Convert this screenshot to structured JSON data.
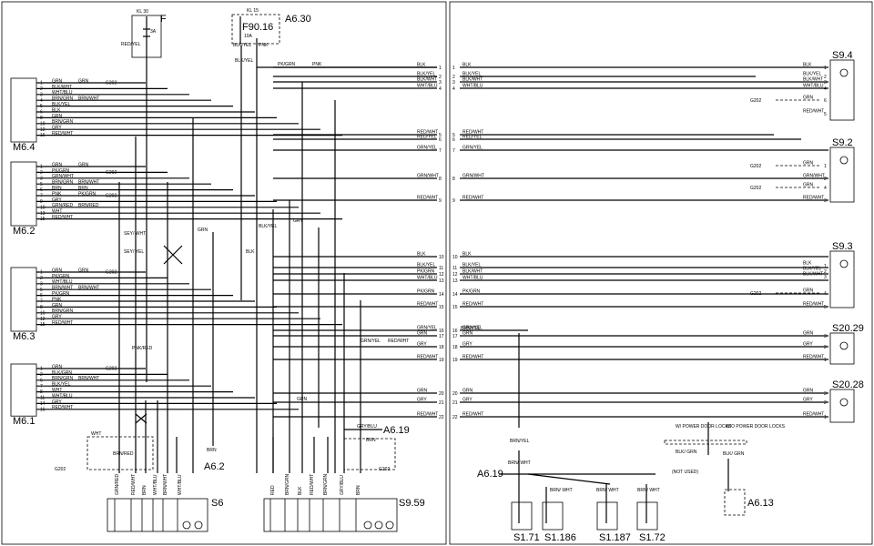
{
  "left": {
    "top": {
      "kl30_label": "KL 30",
      "kl15_label": "KL 15",
      "f_label": "F",
      "f_rating": "3A",
      "f_wire": "RED/YEL",
      "a630": "A6.30",
      "f90": "F90.16",
      "f90_rating": "10A",
      "f90_wire1": "BLK/YEL",
      "f90_wire2": "PNK",
      "blkyel": "BLK/YEL",
      "pkgrn": "PK/GRN",
      "pnk": "PNK"
    },
    "modules": [
      {
        "name": "M6.4",
        "rows": [
          {
            "n": "1",
            "w": "GRN",
            "x": "GRN",
            "g": "G202"
          },
          {
            "n": "2",
            "w": "BLK/WHT"
          },
          {
            "n": "3",
            "w": "WHT/BLU"
          },
          {
            "n": "4",
            "w": "BRN/GRN",
            "x": "BRN/WHT"
          },
          {
            "n": "5",
            "w": "BLK/YEL"
          },
          {
            "n": "6",
            "w": "BLK"
          },
          {
            "n": "8",
            "w": "GRN"
          },
          {
            "n": "10",
            "w": "BRN/GRN"
          },
          {
            "n": "12",
            "w": "GRY"
          },
          {
            "n": "16",
            "w": "RED/WHT"
          }
        ]
      },
      {
        "name": "M6.2",
        "rows": [
          {
            "n": "1",
            "w": "GRN",
            "x": "GRN"
          },
          {
            "n": "2",
            "w": "PK/GRN",
            "g": "G202"
          },
          {
            "n": "3",
            "w": "GRN/WHT"
          },
          {
            "n": "5",
            "w": "BRN/GRN",
            "x": "BRN/WHT"
          },
          {
            "n": "6",
            "w": "BRN",
            "x": "BRN"
          },
          {
            "n": "7",
            "w": "PNK",
            "x": "PK/GRN",
            "g": "G202"
          },
          {
            "n": "9",
            "w": "GRY"
          },
          {
            "n": "10",
            "w": "GRN/RED",
            "x": "BRN/RED"
          },
          {
            "n": "13",
            "w": "WHT"
          },
          {
            "n": "15",
            "w": "RED/WHT"
          }
        ]
      },
      {
        "name": "M6.3",
        "rows": [
          {
            "n": "1",
            "w": "GRN",
            "x": "GRN",
            "g": "G202"
          },
          {
            "n": "2",
            "w": "PK/GRN"
          },
          {
            "n": "3",
            "w": "WHT/BLU"
          },
          {
            "n": "5",
            "w": "BRN/WHT",
            "x": "BRN/WHT"
          },
          {
            "n": "6",
            "w": "PK/GRN"
          },
          {
            "n": "7",
            "w": "PNK"
          },
          {
            "n": "8",
            "w": "GRN"
          },
          {
            "n": "10",
            "w": "BRN/GRN"
          },
          {
            "n": "12",
            "w": "GRY"
          },
          {
            "n": "15",
            "w": "RED/WHT"
          }
        ]
      },
      {
        "name": "M6.1",
        "rows": [
          {
            "n": "1",
            "w": "GRN",
            "g": "G202"
          },
          {
            "n": "2",
            "w": "BLK/GRN"
          },
          {
            "n": "6",
            "w": "BRN/GRN",
            "x": "BRN/WHT"
          },
          {
            "n": "7",
            "w": "BLK/YEL"
          },
          {
            "n": "8",
            "w": "WHT"
          },
          {
            "n": "11",
            "w": "WHT/BLU"
          },
          {
            "n": "14",
            "w": "GRY"
          },
          {
            "n": "16",
            "w": "RED/WHT"
          }
        ]
      }
    ],
    "junction": [
      {
        "n": "1",
        "w": "BLK"
      },
      {
        "n": "2",
        "w": "BLK/YEL"
      },
      {
        "n": "3",
        "w": "BLK/WHT"
      },
      {
        "n": "4",
        "w": "WHT/BLU"
      },
      {
        "n": "5",
        "w": "RED/WHT"
      },
      {
        "n": "6",
        "w": "RED/YEL"
      },
      {
        "n": "7",
        "w": "GRN/YEL"
      },
      {
        "n": "8",
        "w": "GRN/WHT"
      },
      {
        "n": "9",
        "w": "RED/WHT"
      },
      {
        "n": "10",
        "w": "BLK"
      },
      {
        "n": "11",
        "w": "BLK/YEL"
      },
      {
        "n": "12",
        "w": "PK/GRN"
      },
      {
        "n": "13",
        "w": "WHT/BLU"
      },
      {
        "n": "14",
        "w": "PK/GRN"
      },
      {
        "n": "15",
        "w": "RED/WHT"
      },
      {
        "n": "16",
        "w": "GRN/YEL"
      },
      {
        "n": "17",
        "w": "GRN"
      },
      {
        "n": "18",
        "w": "GRY"
      },
      {
        "n": "19",
        "w": "RED/WHT"
      },
      {
        "n": "20",
        "w": "GRN"
      },
      {
        "n": "21",
        "w": "GRY"
      },
      {
        "n": "22",
        "w": "RED/WHT"
      }
    ],
    "mid_labels": {
      "seywht": "SEY/ WHT",
      "seyyel": "SEY/ YEL",
      "grn_a": "GRN",
      "grn_b": "GRY",
      "blk_yel": "BLK/YEL",
      "blk": "BLK",
      "pnk_red": "PNK/RED",
      "grn_ylw": "GRN/YEL",
      "red_wht": "RED/WHT",
      "brn_vl": "BRN",
      "brn": "BRN",
      "grn2": "GRN",
      "wht": "WHT",
      "g202": "G202",
      "brn_red": "BRN/RED",
      "a62": "A6.2",
      "a619": "A6.19",
      "gry_blu": "GRY/BLU",
      "s6": "S6",
      "s959": "S9.59"
    },
    "s6_wires": [
      "GRN/RED",
      "RED/WHT",
      "BRN",
      "WHT/BLU",
      "BRN/WHT",
      "WHT/BLU"
    ],
    "s959_wires": [
      "RED",
      "BRN/GRN",
      "BLK",
      "RED/WHT",
      "BRN/GRN",
      "GRY/BLU",
      "BRN"
    ]
  },
  "right": {
    "left_wires": [
      {
        "n": "1",
        "w": "BLK"
      },
      {
        "n": "2",
        "w": "BLK/YEL"
      },
      {
        "n": "3",
        "w": "BLK/WHT"
      },
      {
        "n": "4",
        "w": "WHT/BLU"
      },
      {
        "n": "5",
        "w": "RED/WHT"
      },
      {
        "n": "6",
        "w": "RED/YEL"
      },
      {
        "n": "7",
        "w": "GRN/YEL"
      },
      {
        "n": "8",
        "w": "GRN/WHT"
      },
      {
        "n": "9",
        "w": "RED/WHT"
      },
      {
        "n": "10",
        "w": "BLK"
      },
      {
        "n": "11",
        "w": "BLK/YEL"
      },
      {
        "n": "12",
        "w": "BLK/WHT"
      },
      {
        "n": "13",
        "w": "WHT/BLU"
      },
      {
        "n": "14",
        "w": "PK/GRN"
      },
      {
        "n": "15",
        "w": "RED/WHT"
      },
      {
        "n": "16",
        "w": "GRN/YEL"
      },
      {
        "n": "17",
        "w": "GRN"
      },
      {
        "n": "18",
        "w": "GRY"
      },
      {
        "n": "19",
        "w": "RED/WHT"
      },
      {
        "n": "20",
        "w": "GRN"
      },
      {
        "n": "21",
        "w": "GRY"
      },
      {
        "n": "22",
        "w": "RED/WHT"
      }
    ],
    "switches": [
      {
        "name": "S9.4",
        "pins": [
          {
            "w": "BLK",
            "n": "1"
          },
          {
            "w": "BLK/YEL",
            "n": "2"
          },
          {
            "w": "BLK/WHT",
            "n": "3"
          },
          {
            "w": "WHT/BLU",
            "n": "4"
          },
          {
            "w": "GRN",
            "n": "6"
          },
          {
            "w": "RED/WHT",
            "n": "5"
          }
        ]
      },
      {
        "name": "S9.2",
        "pins": [
          {
            "w": "GRN",
            "n": "1"
          },
          {
            "w": "GRN/WHT",
            "n": "2"
          },
          {
            "w": "GRN",
            "n": "4"
          },
          {
            "w": "RED/WHT",
            "n": "3"
          }
        ]
      },
      {
        "name": "S9.3",
        "pins": [
          {
            "w": "BLK",
            "n": "1"
          },
          {
            "w": "BLK/YEL",
            "n": "2"
          },
          {
            "w": "BLK/WHT",
            "n": "3"
          },
          {
            "w": "GRN",
            "n": "4"
          },
          {
            "w": "RED/WHT",
            "n": "5"
          }
        ]
      },
      {
        "name": "S20.29",
        "pins": [
          {
            "w": "GRN",
            "n": "3"
          },
          {
            "w": "GRY",
            "n": "2"
          },
          {
            "w": "RED/WHT",
            "n": "1"
          }
        ]
      },
      {
        "name": "S20.28",
        "pins": [
          {
            "w": "GRN",
            "n": "3"
          },
          {
            "w": "GRY",
            "n": "2"
          },
          {
            "w": "RED/WHT",
            "n": "1"
          }
        ]
      }
    ],
    "g202": "G202",
    "brn_yel": "BRN/YEL",
    "wht": "WHT",
    "a619": "A6.19",
    "brn_wht_a": "BRN/ WHT",
    "brn_wht_b": "BRN/ WHT",
    "door_lock_1": "W/ POWER DOOR LOCKS",
    "door_lock_2": "W/O POWER DOOR LOCKS",
    "blk_grn": "BLK/ GRN",
    "not_used": "(NOT USED)",
    "blk_grn2": "BLK/ GRN",
    "a613": "A6.13",
    "bottom_switches": [
      "S1.71",
      "S1.186",
      "S1.187",
      "S1.72"
    ]
  }
}
